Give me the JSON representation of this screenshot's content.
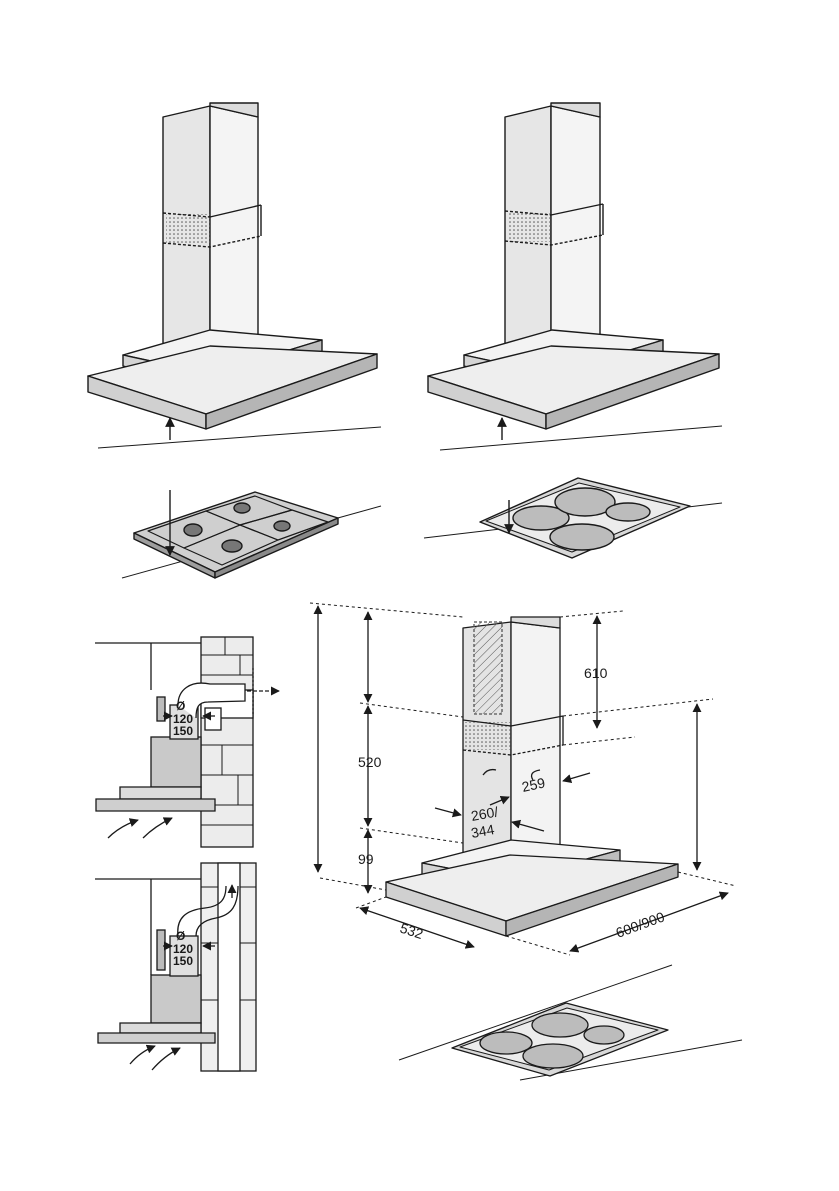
{
  "figures": {
    "hood_over_gas_hob": {
      "component": "island cooker hood above gas hob"
    },
    "hood_over_electric_hob": {
      "component": "island cooker hood above ceramic hob"
    },
    "ducting_wall_section": {
      "duct_dia_symbol": "Ø",
      "duct_dia_1": "120",
      "duct_dia_2": "150"
    },
    "ducting_chimney_section": {
      "duct_dia_symbol": "Ø",
      "duct_dia_1": "120",
      "duct_dia_2": "150"
    },
    "dimension_drawing": {
      "dims": {
        "upper_chimney": "610",
        "lower_chimney": "520",
        "canopy_height": "99",
        "chimney_side": "259",
        "chimney_front_1": "260/",
        "chimney_front_2": "344",
        "canopy_depth": "532",
        "canopy_width": "600/900"
      }
    }
  },
  "colors": {
    "line": "#1a1a1a",
    "panel_light": "#f1f1f1",
    "panel_mid": "#dcdcdc",
    "panel_dark": "#c4c4c4",
    "panel_shadow": "#a9a9a9"
  }
}
